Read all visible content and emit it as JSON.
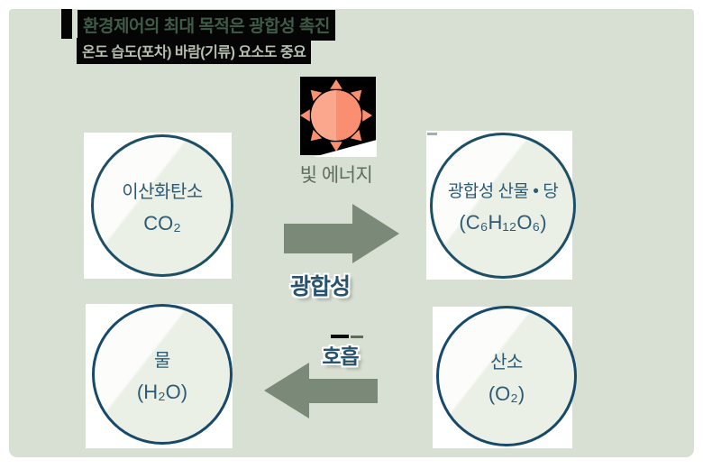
{
  "header": {
    "title": "환경제어의 최대 목적은 광합성 촉진",
    "subtitle": "온도 습도(포차) 바람(기류) 요소도 중요"
  },
  "sun": {
    "icon": "sun-icon",
    "label": "빛 에너지"
  },
  "diagram": {
    "nodes": [
      {
        "id": "co2",
        "line1": "이산화탄소",
        "line2": "CO₂"
      },
      {
        "id": "sugar",
        "line1": "광합성 산물 • 당",
        "line2": "(C₆H₁₂O₆)"
      },
      {
        "id": "water",
        "line1": "물",
        "line2": "(H₂O)"
      },
      {
        "id": "oxygen",
        "line1": "산소",
        "line2": "(O₂)"
      }
    ],
    "arrows": [
      {
        "id": "photosynthesis",
        "label": "광합성",
        "direction": "right"
      },
      {
        "id": "respiration",
        "label": "호흡",
        "direction": "left"
      }
    ]
  },
  "colors": {
    "panel_bg": "#d8dfd3",
    "highlight_bg": "#050505",
    "title_text": "#3f5b47",
    "subtitle_text": "#b7bfb1",
    "node_text": "#2e5b74",
    "node_border": "#1d5066",
    "arrow": "#7b8a78",
    "process_label": "#27536f",
    "light_energy_text": "#5e6e5e",
    "sun_light": "#fba78e",
    "sun_dark": "#f98f70"
  }
}
